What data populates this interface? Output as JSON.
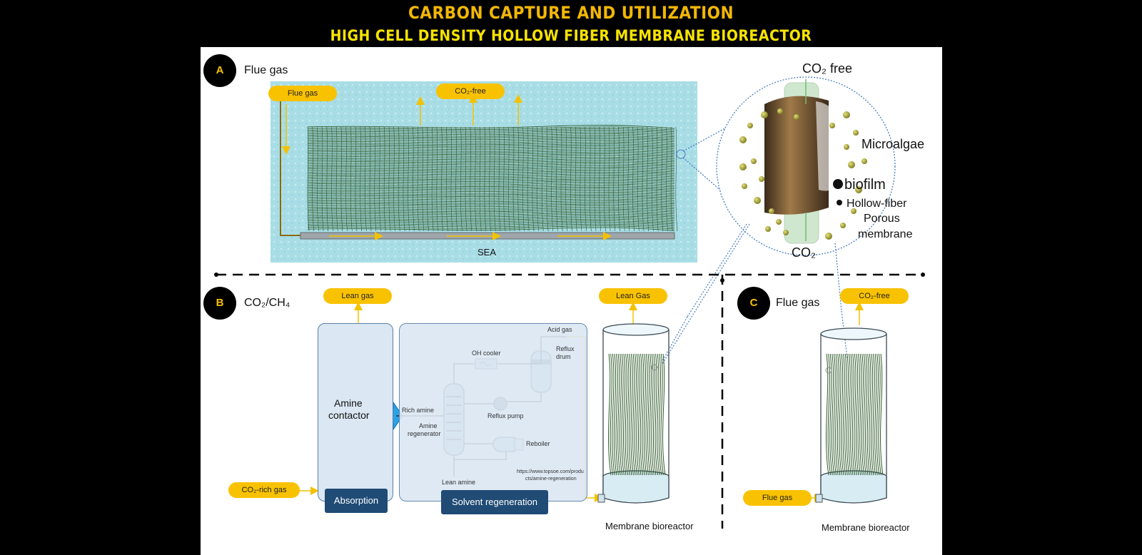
{
  "title": {
    "line1": "CARBON CAPTURE AND UTILIZATION",
    "line2": "HIGH CELL DENSITY HOLLOW FIBER MEMBRANE BIOREACTOR"
  },
  "panel_a": {
    "badge": "A",
    "heading": "Flue gas",
    "pill_flue": "Flue gas",
    "pill_co2free": "CO₂-free",
    "sea_label": "SEA",
    "zoom": {
      "co2_free_label": "CO₂ free",
      "microalgae": "Microalgae",
      "biofilm": "biofilm",
      "hollow_fiber": "Hollow-fiber",
      "porous": "Porous",
      "membrane": "membrane",
      "co2_label": "CO₂"
    }
  },
  "panel_b": {
    "badge": "B",
    "heading": "CO₂/CH₄",
    "pill_lean_gas": "Lean gas",
    "pill_co2_rich": "CO₂-rich gas",
    "pill_lean_gas_2": "Lean Gas",
    "amine_contactor_1": "Amine",
    "amine_contactor_2": "contactor",
    "absorption": "Absorption",
    "solvent_regeneration": "Solvent regeneration",
    "acid_gas": "Acid gas",
    "reflux_drum_1": "Reflux",
    "reflux_drum_2": "drum",
    "oh_cooler": "OH cooler",
    "rich_amine": "Rich amine",
    "reflux_pump": "Reflux pump",
    "amine_regen_1": "Amine",
    "amine_regen_2": "regenerator",
    "reboiler": "Reboiler",
    "lean_amine": "Lean amine",
    "url_1": "https://www.topsoe.com/produ",
    "url_2": "cts/amine-regeneration",
    "membrane_bioreactor": "Membrane bioreactor"
  },
  "panel_c": {
    "badge": "C",
    "heading": "Flue gas",
    "pill_co2free": "CO₂-free",
    "pill_flue": "Flue gas",
    "membrane_bioreactor": "Membrane bioreactor"
  },
  "colors": {
    "title_orange": "#f2b705",
    "title_yellow": "#f7e300",
    "pill": "#f9c200",
    "sea": "#a9dde6",
    "box_fill": "#dbe7f3",
    "button": "#1f4b75",
    "fiber": "#2f5b2a"
  }
}
